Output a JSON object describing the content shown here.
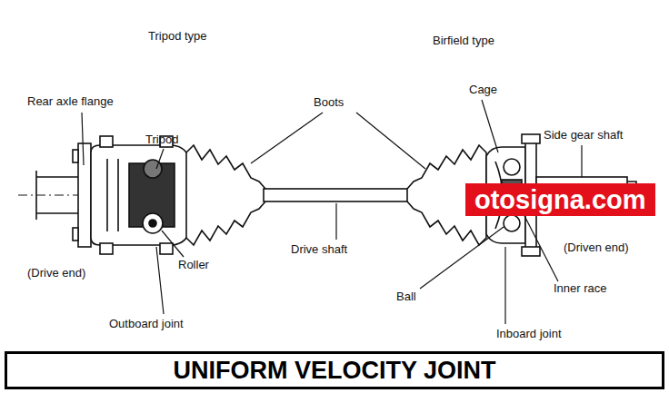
{
  "diagram": {
    "title": "UNIFORM VELOCITY JOINT",
    "labels": [
      "Tripod type",
      "Birfield type",
      "Rear axle flange",
      "Boots",
      "Cage",
      "Side gear shaft",
      "Tripod",
      "otosigna.com",
      "(Driven end)",
      "Drive shaft",
      "(Drive end)",
      "Roller",
      "Ball",
      "Inner race",
      "Outboard joint",
      "Inboard joint"
    ]
  }
}
